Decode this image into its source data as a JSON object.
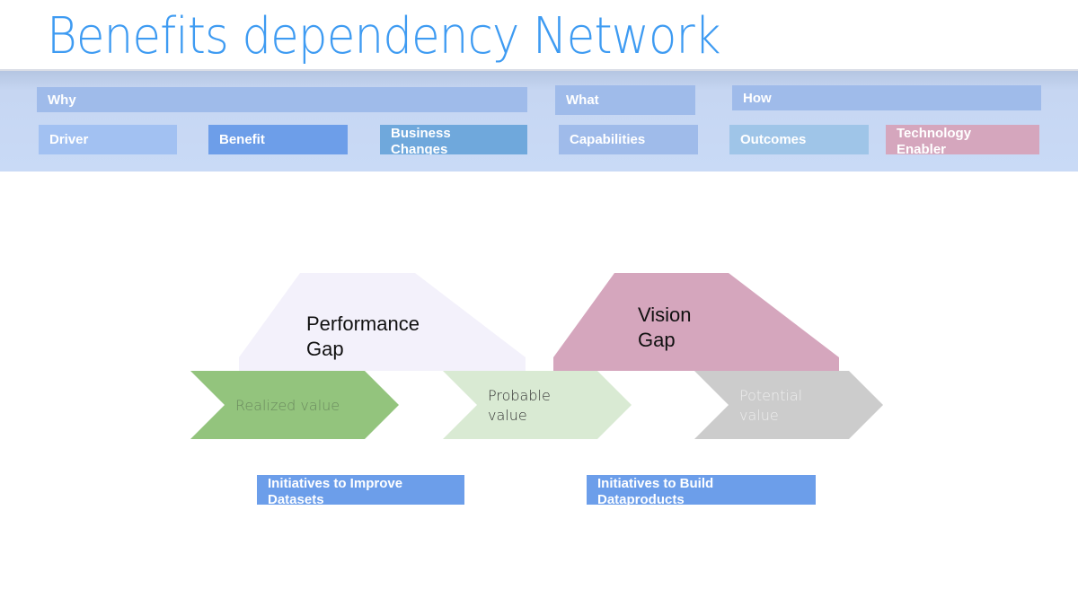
{
  "title": "Benefits dependency Network",
  "header_band": {
    "sections": [
      {
        "id": "why",
        "label": "Why",
        "color": "#9fbbea"
      },
      {
        "id": "what",
        "label": "What",
        "color": "#9fbbea"
      },
      {
        "id": "how",
        "label": "How",
        "color": "#9fbbea"
      }
    ],
    "categories": [
      {
        "id": "driver",
        "label": "Driver",
        "color": "#a2c1f2"
      },
      {
        "id": "benefit",
        "label": "Benefit",
        "color": "#6d9ee9"
      },
      {
        "id": "business-changes",
        "label_line1": "Business",
        "label_line2": "Changes",
        "color": "#6fa8dc"
      },
      {
        "id": "capabilities",
        "label": "Capabilities",
        "color": "#9fbbea"
      },
      {
        "id": "outcomes",
        "label": "Outcomes",
        "color": "#9fc5e8"
      },
      {
        "id": "technology-enabler",
        "label_line1": "Technology",
        "label_line2": "Enabler",
        "color": "#d5a6bd"
      }
    ]
  },
  "gaps": [
    {
      "id": "performance-gap",
      "line1": "Performance",
      "line2": "Gap",
      "color": "#f3f1fb"
    },
    {
      "id": "vision-gap",
      "line1": "Vision",
      "line2": "Gap",
      "color": "#d5a6bd"
    }
  ],
  "value_chevrons": [
    {
      "id": "realized-value",
      "line1": "Realized value",
      "line2": "",
      "color": "#93c47d",
      "text_color": "#6a8a5e"
    },
    {
      "id": "probable-value",
      "line1": "Probable",
      "line2": "value",
      "color": "#d9ead3",
      "text_color": "#333333"
    },
    {
      "id": "potential-value",
      "line1": "Potential",
      "line2": "value",
      "color": "#cccccc",
      "text_color": "#eeeeee"
    }
  ],
  "initiatives": [
    {
      "id": "improve-datasets",
      "line1": "Initiatives to Improve",
      "line2": "Datasets"
    },
    {
      "id": "build-dataproducts",
      "line1": "Initiatives to Build",
      "line2": "Dataproducts"
    }
  ]
}
